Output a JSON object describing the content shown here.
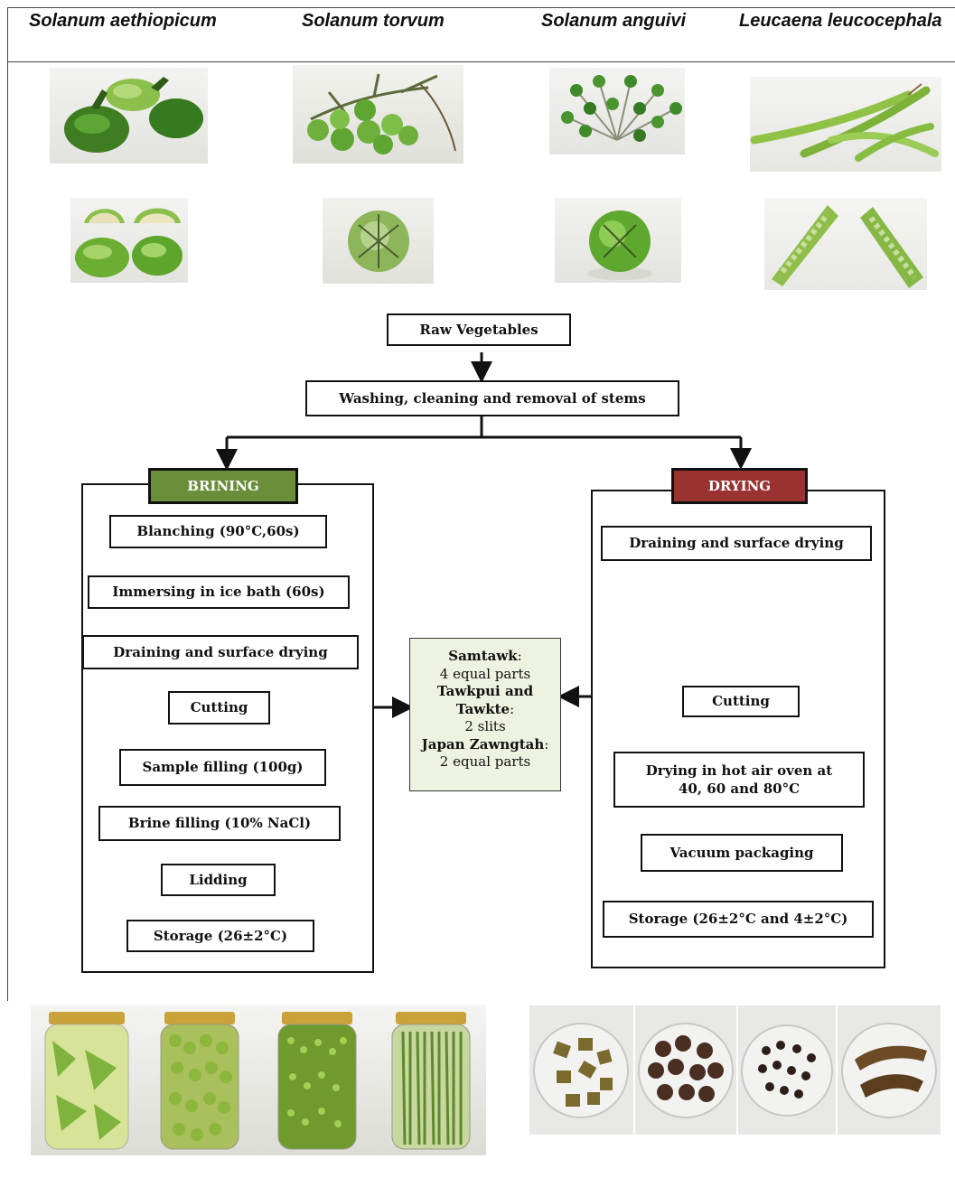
{
  "species": [
    {
      "name": "Solanum aethiopicum"
    },
    {
      "name": "Solanum torvum"
    },
    {
      "name": "Solanum anguivi"
    },
    {
      "name": "Leucaena leucocephala"
    }
  ],
  "flow": {
    "raw": "Raw Vegetables",
    "washing": "Washing, cleaning and removal of stems",
    "brining": {
      "header": "BRINING",
      "header_color": "#6b8e3a",
      "steps": [
        "Blanching (90°C,60s)",
        "Immersing in ice bath (60s)",
        "Draining and surface drying",
        "Cutting",
        "Sample filling (100g)",
        "Brine filling (10% NaCl)",
        "Lidding",
        "Storage (26±2°C)"
      ]
    },
    "drying": {
      "header": "DRYING",
      "header_color": "#9b3232",
      "steps": [
        "Draining and surface drying",
        "Cutting",
        "Drying in hot air oven at 40, 60 and 80°C",
        "Vacuum packaging",
        "Storage (26±2°C and 4±2°C)"
      ]
    },
    "cutting_note": {
      "l1_bold": "Samtawk",
      "l1_rest": ":",
      "l2": "4 equal parts",
      "l3_bold": "Tawkpui and Tawkte",
      "l3_rest": ":",
      "l4": "2 slits",
      "l5_bold": "Japan Zawngtah",
      "l5_rest": ":",
      "l6": "2 equal parts"
    }
  }
}
